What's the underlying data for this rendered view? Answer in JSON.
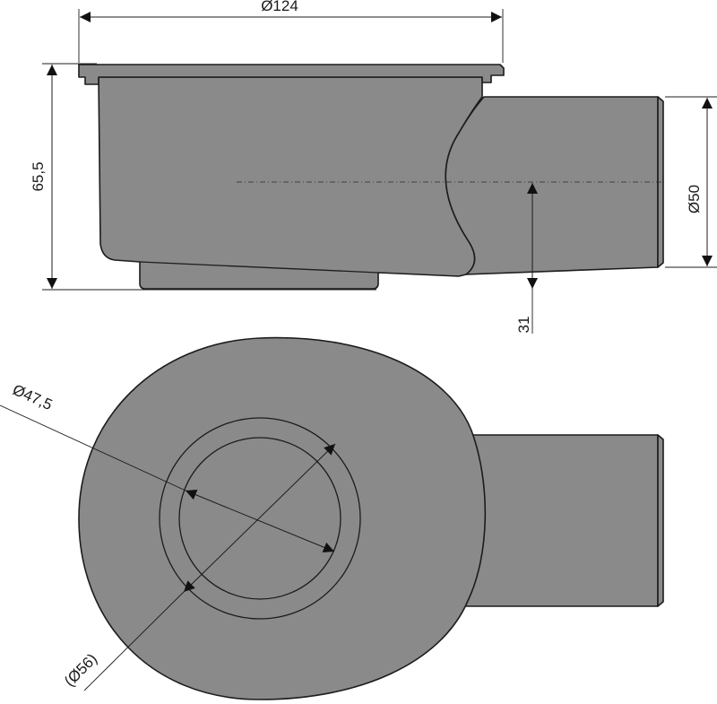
{
  "drawing": {
    "colors": {
      "body": "#8a8a8a",
      "outline": "#1c1c1c",
      "background": "#ffffff"
    },
    "side_view": {
      "width_label": "Ø124",
      "height_label": "65,5",
      "outlet_diameter_label": "Ø50",
      "outlet_axis_height_label": "31"
    },
    "top_view": {
      "inner_diameter_label": "Ø47,5",
      "outer_diameter_label": "(Ø56)"
    }
  }
}
